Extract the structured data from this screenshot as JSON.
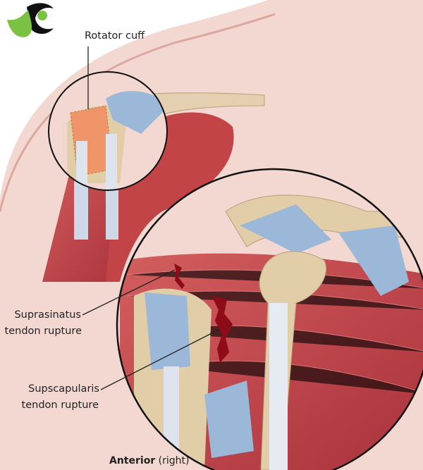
{
  "logo": {
    "name": "green-swoosh-logo",
    "colors": [
      "#7cc242",
      "#111111"
    ]
  },
  "labels": {
    "rotator_cuff": "Rotator cuff",
    "supraspinatus_line1": "Suprasinatus",
    "supraspinatus_line2": "tendon rupture",
    "subscapularis_line1": "Supscapularis",
    "subscapularis_line2": "tendon rupture"
  },
  "caption": {
    "bold": "Anterior",
    "rest": " (right)"
  },
  "colors": {
    "skin": "#f1d3cc",
    "muscle": "#c8474a",
    "bone": "#e2cda9",
    "tendon": "#9bb8d8",
    "cuff_highlight": "#f0956a",
    "rupture": "#8e0b18"
  }
}
